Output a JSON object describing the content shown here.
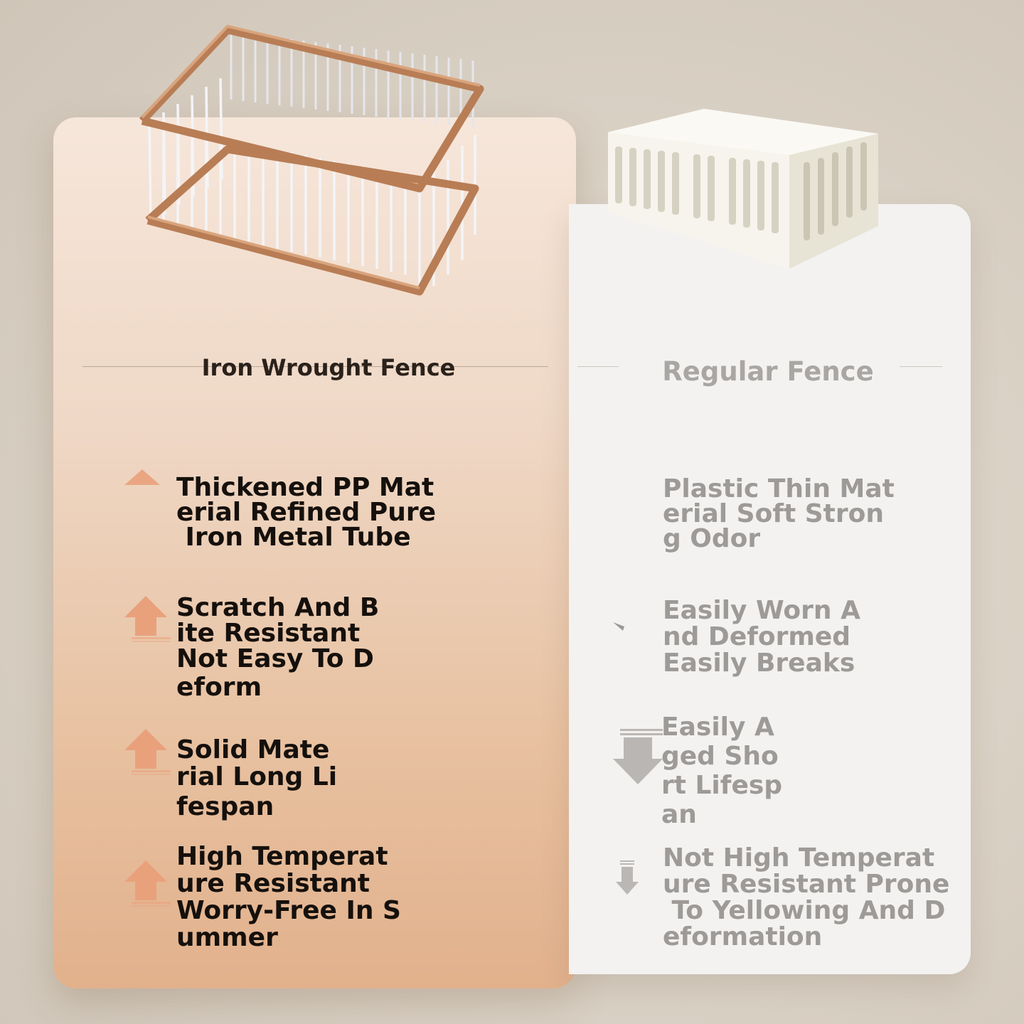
{
  "colors": {
    "accent": "#c4804f",
    "left_card_top": "#f6e6da",
    "left_card_bottom": "#e2b18c",
    "right_card": "#f3f2f1",
    "right_text": "#9d9a97"
  },
  "left": {
    "title": "Iron Wrought Fence",
    "product_image": "iron-fence-playpen",
    "features": [
      {
        "icon": "arrow-up-icon",
        "lines": [
          "Thickened PP Mat",
          "erial Refined Pure",
          " Iron Metal Tube"
        ]
      },
      {
        "icon": "arrow-up-icon",
        "lines": [
          "Scratch And B",
          "ite Resistant",
          "Not Easy To D",
          "eform"
        ]
      },
      {
        "icon": "arrow-up-icon",
        "lines": [
          "Solid Mate",
          "rial Long Li",
          "fespan"
        ]
      },
      {
        "icon": "arrow-up-icon",
        "lines": [
          "High Temperat",
          "ure Resistant",
          "Worry-Free In S",
          "ummer"
        ]
      }
    ]
  },
  "right": {
    "title": "Regular Fence",
    "product_image": "plastic-fence-playpen",
    "features": [
      {
        "icon": "none",
        "lines": [
          "Plastic Thin Mat",
          "erial Soft Stron",
          "g Odor"
        ]
      },
      {
        "icon": "arrow-down-icon",
        "lines": [
          "Easily Worn A",
          "nd Deformed",
          "Easily Breaks"
        ]
      },
      {
        "icon": "arrow-down-icon",
        "lines": [
          "Easily A",
          "ged Sho",
          "rt Lifesp",
          "an"
        ]
      },
      {
        "icon": "arrow-down-icon",
        "lines": [
          "Not High Temperat",
          "ure Resistant Prone",
          " To Yellowing And D",
          "eformation"
        ]
      }
    ]
  }
}
